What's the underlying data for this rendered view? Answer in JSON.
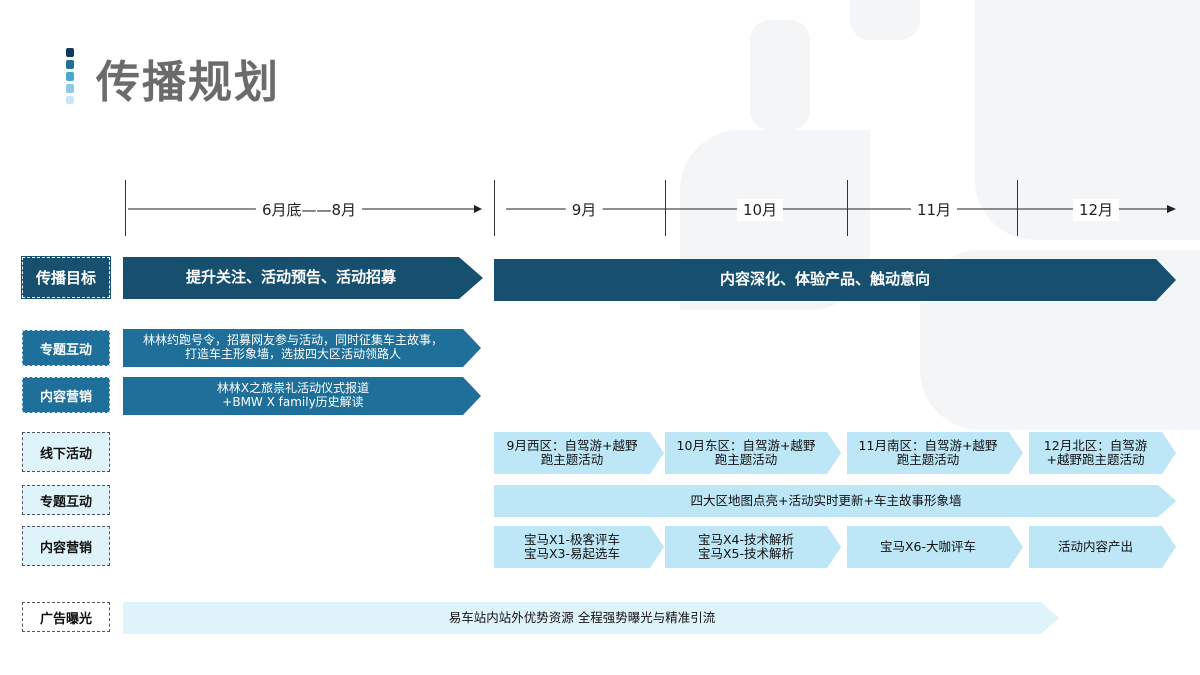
{
  "title": "传播规划",
  "timeline": {
    "period1": "6月底——8月",
    "months": [
      "9月",
      "10月",
      "11月",
      "12月"
    ]
  },
  "labels": {
    "goal": "传播目标",
    "topic1": "专题互动",
    "content1": "内容营销",
    "offline": "线下活动",
    "topic2": "专题互动",
    "content2": "内容营销",
    "ad": "广告曝光"
  },
  "goals": {
    "phase1": "提升关注、活动预告、活动招募",
    "phase2": "内容深化、体验产品、触动意向"
  },
  "phase1_topic": "林林约跑号令，招募网友参与活动，同时征集车主故事，\n打造车主形象墙，选拔四大区活动领路人",
  "phase1_content": "林林X之旅祟礼活动仪式报道\n+BMW X family历史解读",
  "offline_events": [
    "9月西区：自驾游+越野\n跑主题活动",
    "10月东区：自驾游+越野\n跑主题活动",
    "11月南区：自驾游+越野\n跑主题活动",
    "12月北区：自驾游\n+越野跑主题活动"
  ],
  "phase2_topic": "四大区地图点亮+活动实时更新+车主故事形象墙",
  "phase2_content": [
    "宝马X1-极客评车\n宝马X3-易起选车",
    "宝马X4-技术解析\n宝马X5-技术解析",
    "宝马X6-大咖评车",
    "活动内容产出"
  ],
  "ad_text": "易车站内站外优势资源 全程强势曝光与精准引流",
  "colors": {
    "dark": "#17506f",
    "mid": "#1e6f9a",
    "light": "#bde6f7",
    "lighter": "#dff3fb",
    "title_gray": "#6b6b6b"
  }
}
